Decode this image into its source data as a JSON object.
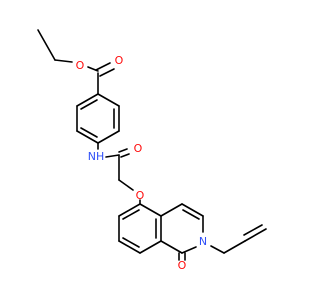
{
  "molecule": {
    "atoms": [
      {
        "id": "O_ester_carbonyl",
        "label": "O",
        "color": "#ff0d0d"
      },
      {
        "id": "O_ester",
        "label": "O",
        "color": "#ff0d0d"
      },
      {
        "id": "N_amide",
        "label": "NH",
        "color": "#3050f8"
      },
      {
        "id": "O_amide",
        "label": "O",
        "color": "#ff0d0d"
      },
      {
        "id": "O_ether",
        "label": "O",
        "color": "#ff0d0d"
      },
      {
        "id": "N_ring",
        "label": "N",
        "color": "#3050f8"
      },
      {
        "id": "O_lactam",
        "label": "O",
        "color": "#ff0d0d"
      }
    ]
  }
}
